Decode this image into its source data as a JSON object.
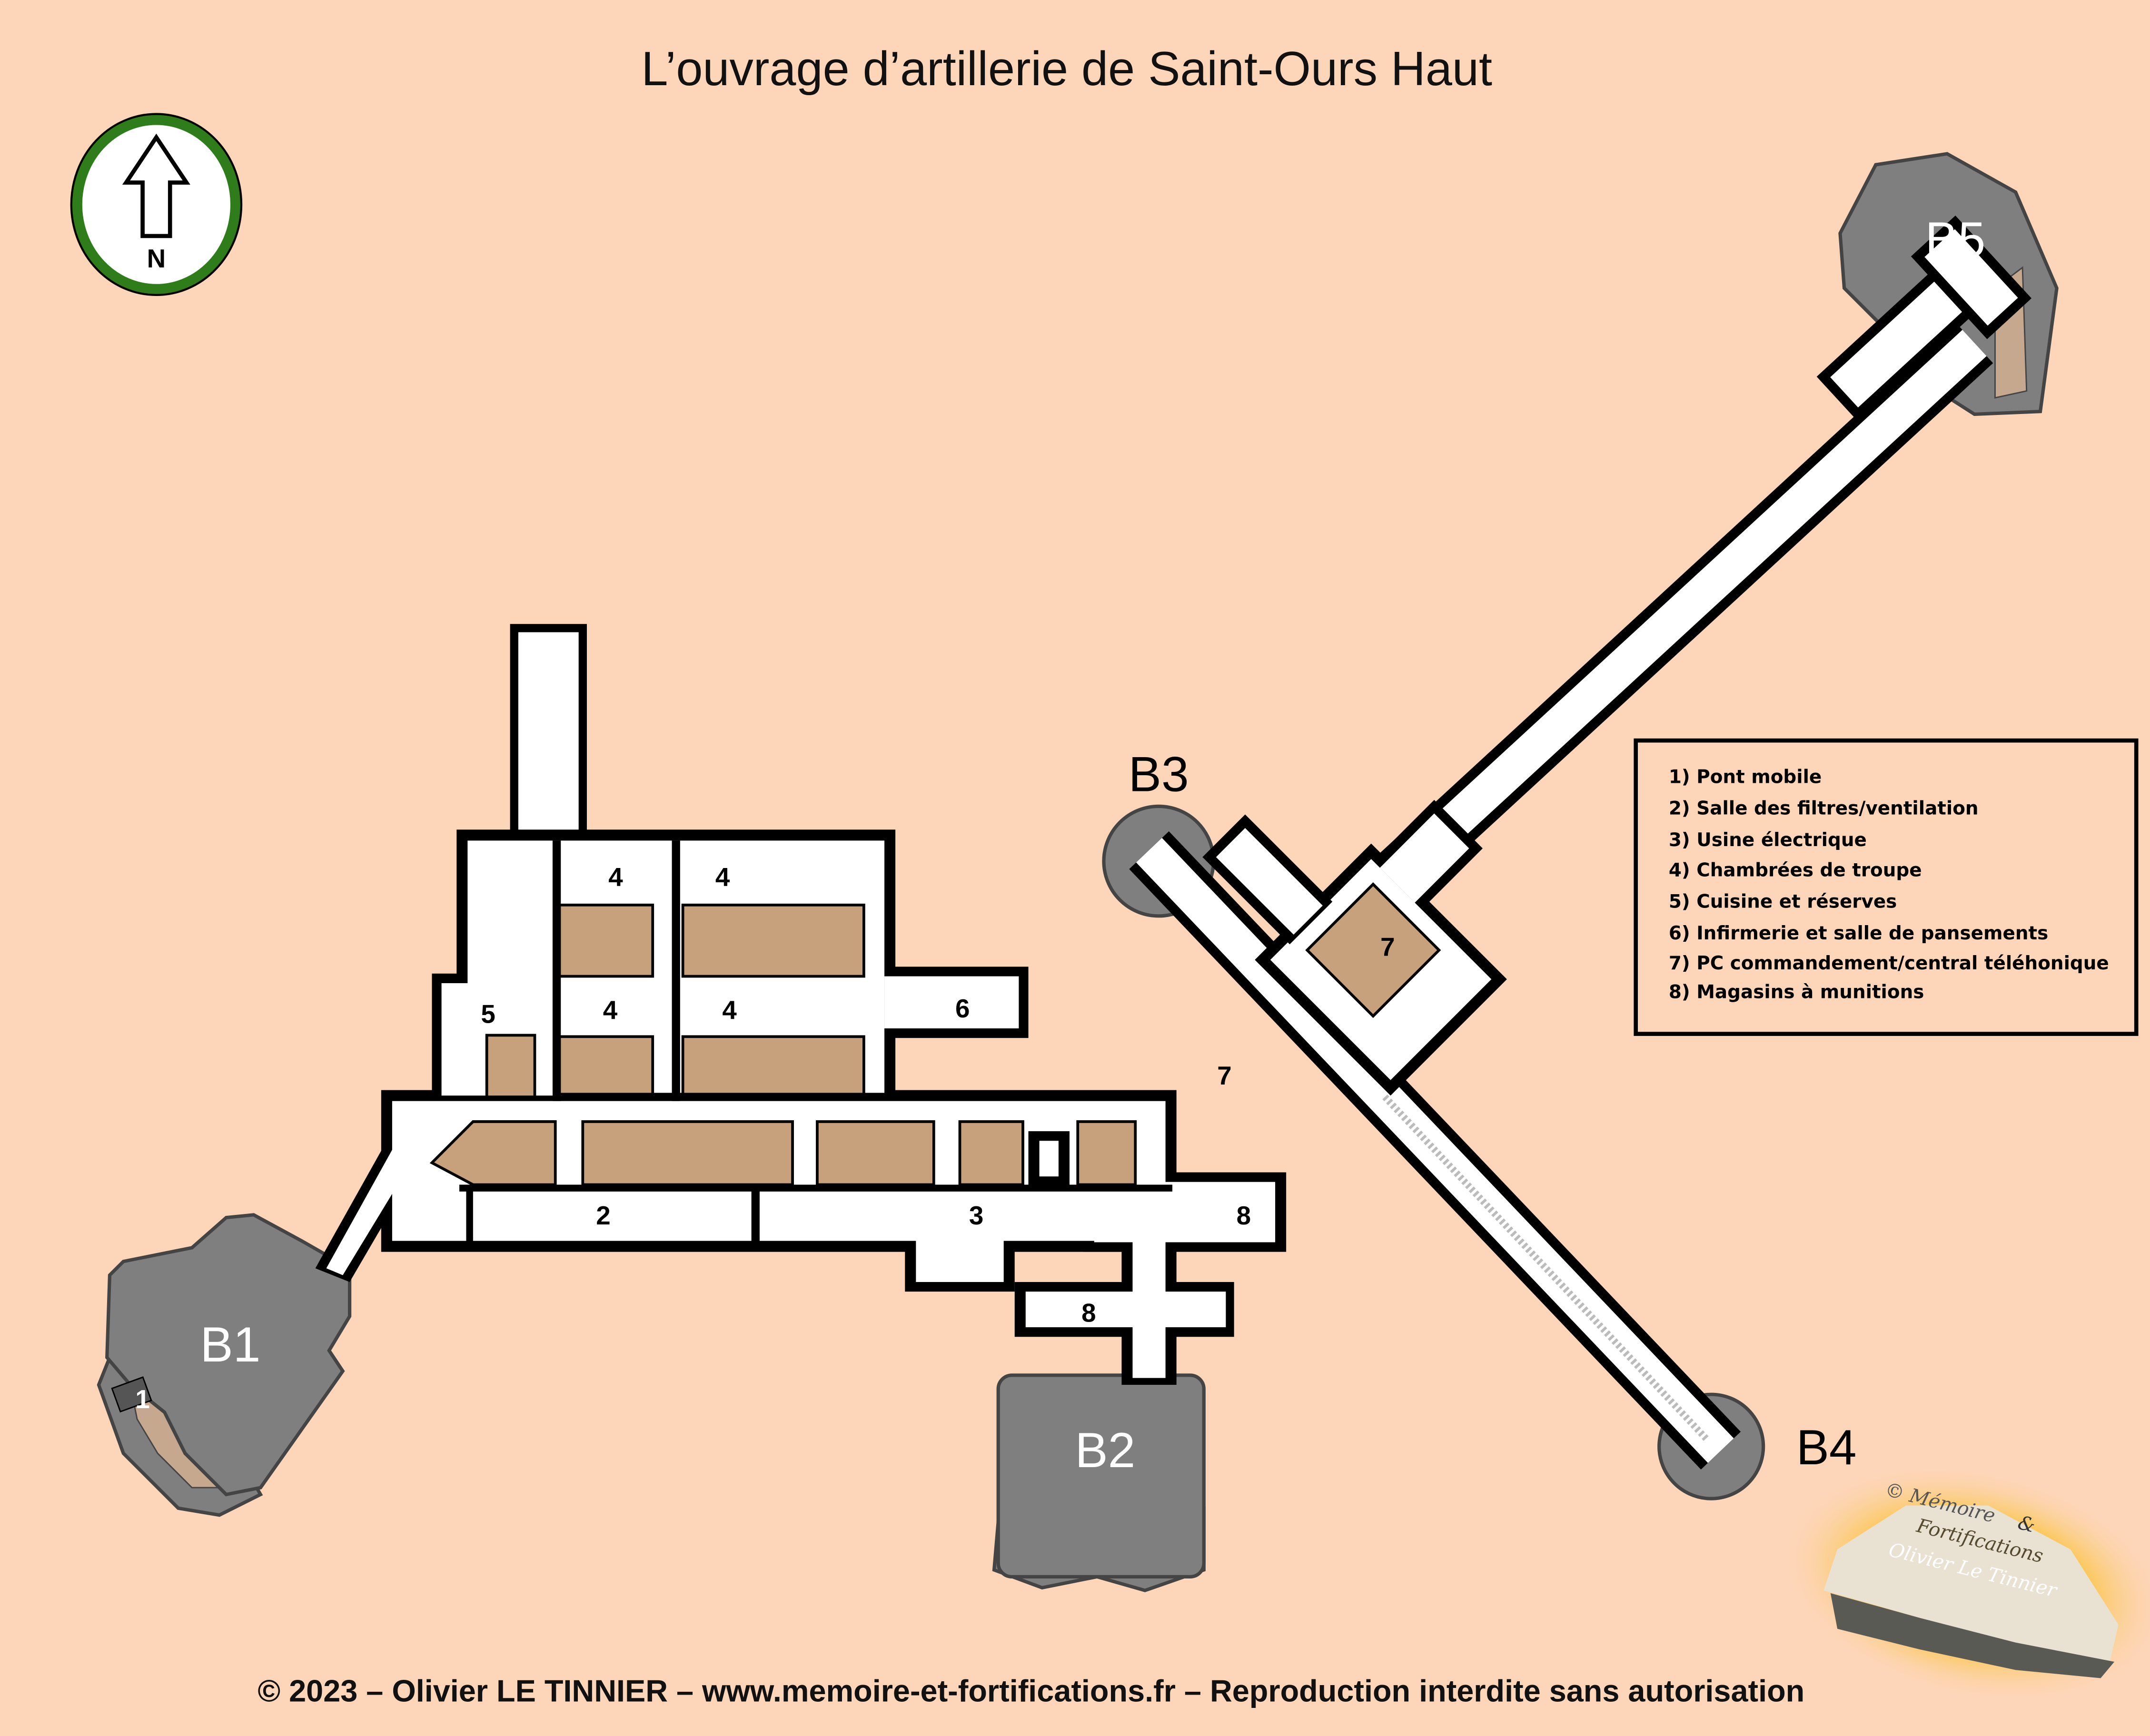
{
  "title": "L’ouvrage d’artillerie de Saint-Ours Haut",
  "compass": {
    "label": "N",
    "icon": "north-arrow-icon",
    "ring_color": "#2e7d1a"
  },
  "blocks": {
    "b1": "B1",
    "b2": "B2",
    "b3": "B3",
    "b4": "B4",
    "b5": "B5"
  },
  "room_numbers": {
    "pont": "1",
    "filtres": "2",
    "usine": "3",
    "ch1": "4",
    "ch2": "4",
    "ch3": "4",
    "ch4": "4",
    "cuisine": "5",
    "infirmerie": "6",
    "pc1": "7",
    "pc2": "7",
    "mag1": "8",
    "mag2": "8"
  },
  "legend": [
    "1) Pont mobile",
    "2) Salle des filtres/ventilation",
    "3) Usine électrique",
    "4) Chambrées de troupe",
    "5) Cuisine et réserves",
    "6) Infirmerie et salle de pansements",
    "7) PC commandement/central téléhonique",
    "8) Magasins à munitions"
  ],
  "logo": {
    "line1": "© Mémoire",
    "line2": "&",
    "line3": "Fortifications",
    "line4": "Olivier Le Tinnier"
  },
  "footer": "© 2023 – Olivier LE TINNIER – www.memoire-et-fortifications.fr – Reproduction interdite sans autorisation",
  "colors": {
    "background": "#fdd6ba",
    "block": "#7f7f7f",
    "room": "#c6a17b",
    "gallery": "#ffffff"
  }
}
